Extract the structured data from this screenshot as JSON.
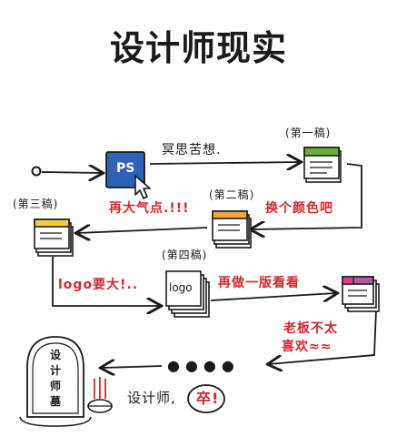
{
  "title": "设计师现实",
  "icons": {
    "ps": "PS",
    "logo": "logo"
  },
  "drafts": {
    "first": "(第一稿)",
    "second": "(第二稿)",
    "third": "(第三稿)",
    "fourth": "(第四稿)"
  },
  "steps": {
    "think": "冥思苦想.",
    "change_color": "换个颜色吧",
    "more_atmosphere": "再大气点.!!!",
    "bigger_logo": "logo要大!..",
    "another_version": "再做一版看看",
    "boss": "老板不太",
    "boss_line2": "喜欢≈≈"
  },
  "ending": {
    "ellipsis": "●●●●",
    "designer": "设计师,",
    "died": "卒!",
    "grave": [
      "设",
      "计",
      "师",
      "墓"
    ]
  },
  "colors": {
    "red": "#d8262b",
    "ps_blue": "#2e62b6",
    "green": "#6cae3a",
    "orange": "#f2a637",
    "yellow": "#f4d03f",
    "purple": "#b25aa4",
    "pink": "#e03c8a",
    "ink": "#1a1a1a"
  }
}
